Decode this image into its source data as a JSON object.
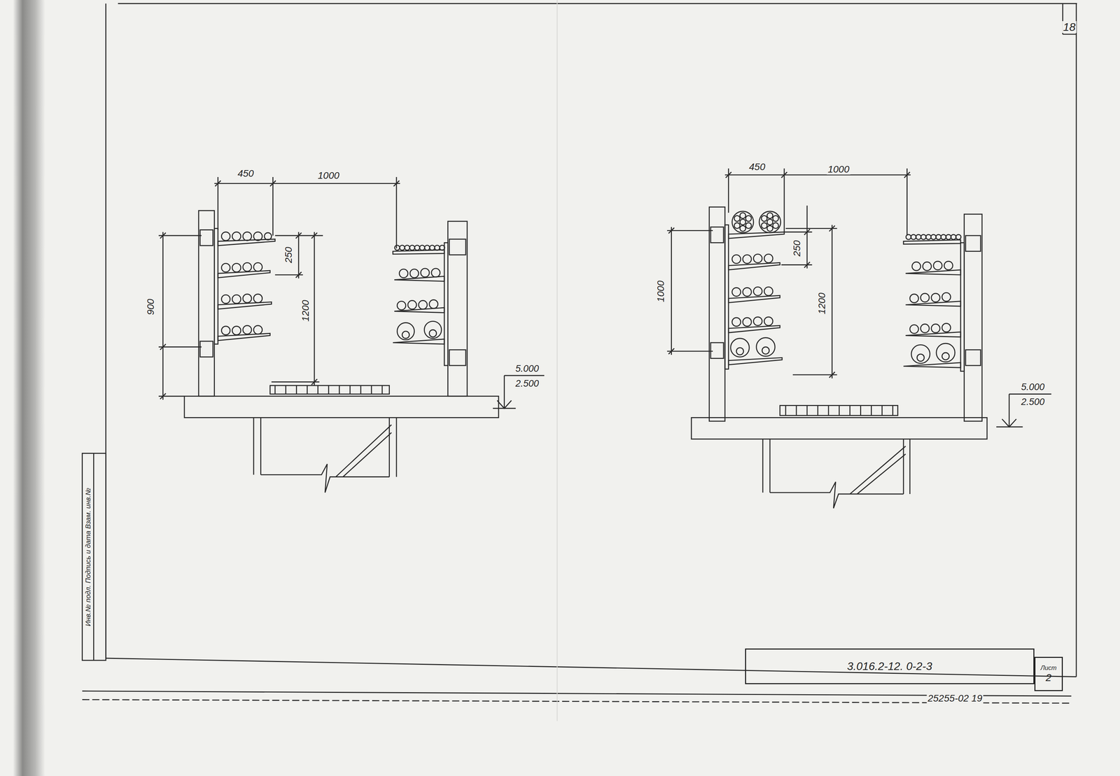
{
  "diagram": {
    "nodes": [
      {
        "text": [
          "3.016.2-12. 0-2-3"
        ]
      },
      {
        "text": [
          "Лист",
          "2"
        ]
      }
    ],
    "labels": [
      "450",
      "1000",
      "250",
      "900",
      "1200",
      "5.000",
      "2.500",
      "450",
      "1000",
      "250",
      "1000",
      "1200",
      "5.000",
      "2.500",
      "18",
      "25255-02 19",
      "Инв.№ подл. Подпись и дата Взам. инв.№"
    ]
  }
}
